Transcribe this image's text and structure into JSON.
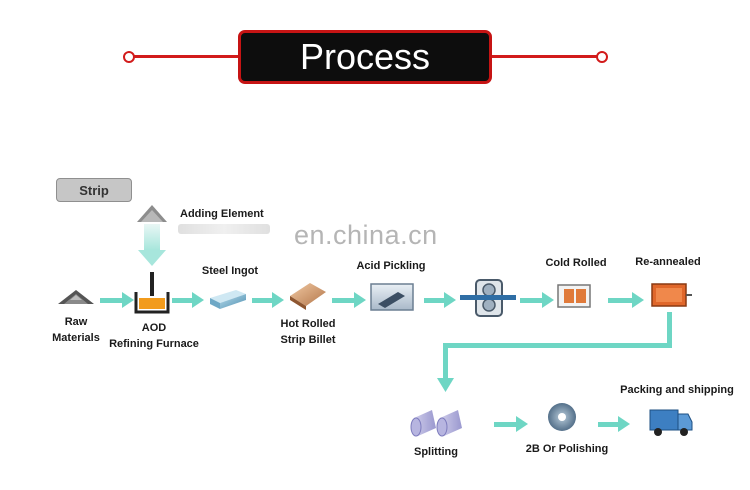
{
  "title": "Process",
  "strip_tag": "Strip",
  "watermark": "en.china.cn",
  "steps": {
    "adding_element": "Adding Element",
    "raw_materials": [
      "Raw",
      "Materials"
    ],
    "aod": [
      "AOD",
      "Refining Furnace"
    ],
    "steel_ingot": "Steel Ingot",
    "hot_rolled": [
      "Hot Rolled",
      "Strip Billet"
    ],
    "acid_pickling": "Acid Pickling",
    "cold_rolled": "Cold Rolled",
    "re_annealed": "Re-annealed",
    "splitting": "Splitting",
    "polishing": "2B Or Polishing",
    "packing": "Packing and shipping"
  },
  "colors": {
    "accent": "#d21b1b",
    "arrow": "#6ed6c4",
    "title_bg": "#0d0d0d"
  }
}
